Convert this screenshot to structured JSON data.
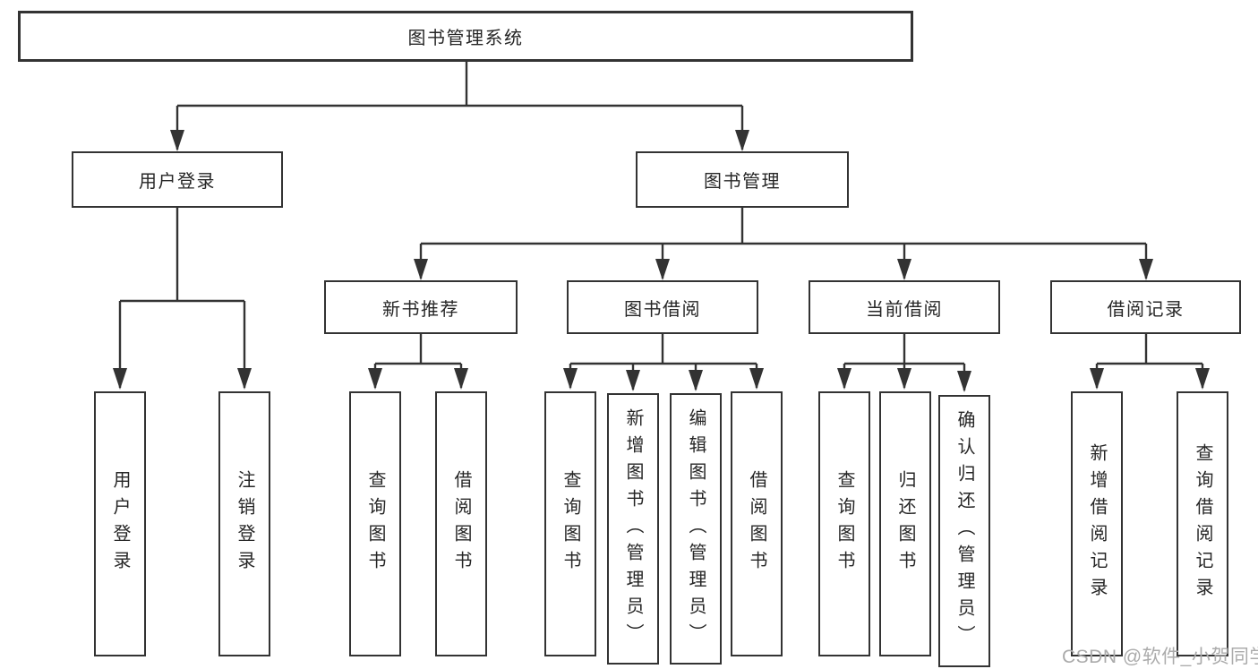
{
  "diagram_title": "图书管理系统",
  "tree": {
    "label": "图书管理系统",
    "children": [
      {
        "label": "用户登录",
        "children": [
          {
            "label": "用户登录"
          },
          {
            "label": "注销登录"
          }
        ]
      },
      {
        "label": "图书管理",
        "children": [
          {
            "label": "新书推荐",
            "children": [
              {
                "label": "查询图书"
              },
              {
                "label": "借阅图书"
              }
            ]
          },
          {
            "label": "图书借阅",
            "children": [
              {
                "label": "查询图书"
              },
              {
                "label": "新增图书（管理员）"
              },
              {
                "label": "编辑图书（管理员）"
              },
              {
                "label": "借阅图书"
              }
            ]
          },
          {
            "label": "当前借阅",
            "children": [
              {
                "label": "查询图书"
              },
              {
                "label": "归还图书"
              },
              {
                "label": "确认归还（管理员）"
              }
            ]
          },
          {
            "label": "借阅记录",
            "children": [
              {
                "label": "新增借阅记录"
              },
              {
                "label": "查询借阅记录"
              }
            ]
          }
        ]
      }
    ]
  },
  "watermark": "CSDN @软件_小贺同学",
  "colors": {
    "line": "#333333",
    "text": "#262626",
    "watermark": "#ababab",
    "background": "#ffffff"
  }
}
